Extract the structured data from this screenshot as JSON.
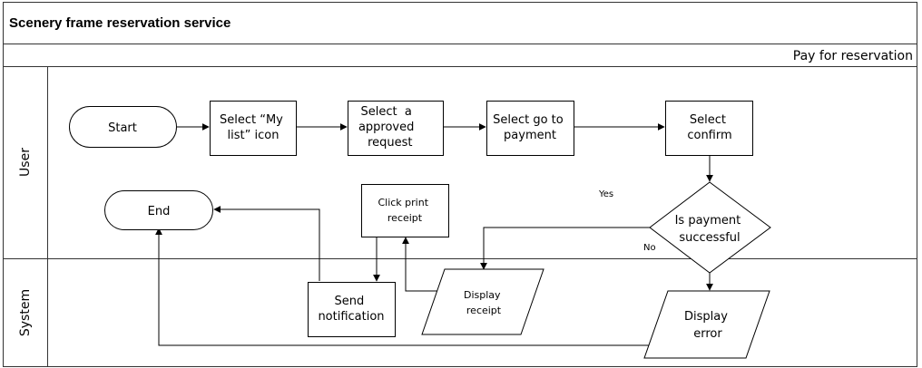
{
  "diagram": {
    "title": "Scenery frame reservation service",
    "phase": "Pay for reservation",
    "lanes": {
      "user": "User",
      "system": "System"
    },
    "nodes": {
      "start": "Start",
      "my_list": [
        "Select “My",
        "list” icon"
      ],
      "approved": [
        "Select  a",
        "approved",
        "request"
      ],
      "go_payment": [
        "Select go to",
        "payment"
      ],
      "confirm": [
        "Select",
        "confirm"
      ],
      "is_payment": [
        "Is payment",
        "successful"
      ],
      "print_receipt": [
        "Click print",
        "receipt"
      ],
      "end": "End",
      "send_notification": [
        "Send",
        "notification"
      ],
      "display_receipt": [
        "Display",
        "receipt"
      ],
      "display_error": [
        "Display",
        "error"
      ]
    },
    "edge_labels": {
      "yes": "Yes",
      "no": "No"
    }
  },
  "colors": {
    "stroke": "#000000",
    "frame": "#333333",
    "background": "#ffffff"
  }
}
